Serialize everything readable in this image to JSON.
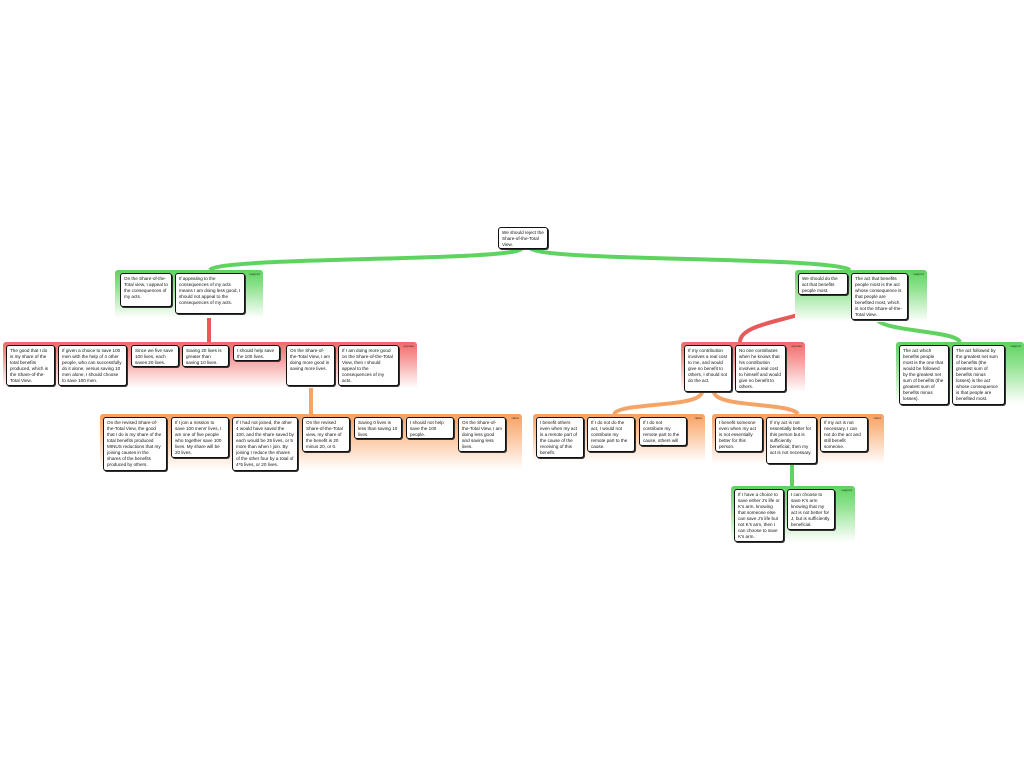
{
  "colors": {
    "support": "#4ccc4c",
    "oppose": "#e85a5a",
    "rebut": "#f5a466"
  },
  "labels": {
    "support": "support",
    "oppose": "oppose",
    "rebut": "rebut"
  },
  "root": {
    "text": "We should reject the Share-of-the-Total View."
  },
  "groups": {
    "g1": {
      "type": "support",
      "nodes": [
        "On the Share-of-the-Total view, I appeal to the consequences of my acts.",
        "If appealing to the consequences of my acts means I am doing less good, I should not appeal to the consequences of my acts."
      ]
    },
    "g2": {
      "type": "oppose",
      "nodes": [
        "The good that I do is my share of the total benefits produced, which is the Share-of-the-Total View.",
        "If given a choice to save 100 men with the help of 4 other people, who can successfully do it alone, versus saving 10 men alone, I should choose to save 100 men.",
        "Since we five save 100 lives, each saves 20 lives.",
        "Saving 20 lives is greater than saving 10 lives.",
        "I should help save the 100 lives.",
        "On the Share-of-the-Total View, I am doing more good in saving more lives.",
        "If I am doing more good on the Share-of-the-Total View, then I should appeal to the consequences of my acts."
      ]
    },
    "g3": {
      "type": "rebut",
      "nodes": [
        "On the revised Share-of-the-Total View, the good that I do is my share of the total benefits produced MINUS reductions that my joining causes in the shares of the benefits produced by others.",
        "If I join a mission to save 100 mens' lives, I am one of five people who together save 100 lives. My share will be 20 lives.",
        "If I had not joined, the other 4 would have saved the 100, and the share saved by each would be 25 lives, or 5 more than when I join. By joining I reduce the shares of the other four by a total of 4*5 lives, or 20 lives.",
        "On the revised Share-of-the-Total view, my share of the benefit is 20 minus 20, or 0.",
        "Saving 0 lives is less than saving 10 lives.",
        "I should not help save the 100 people.",
        "On the Share-of-the-Total View, I am doing less good and saving less lives."
      ]
    },
    "g4": {
      "type": "support",
      "nodes": [
        "We should do the act that benefits people most.",
        "The act that benefits people most is the act whose consequence is that people are benefited most, which is not the Share-of-the-Total View."
      ]
    },
    "g5": {
      "type": "oppose",
      "nodes": [
        "If my contribution involves a real cost to me, and would give no benefit to others, I should not do the act.",
        "No one contributes when he knows that his contribution involves a real cost to himself and would give no benefit to others."
      ]
    },
    "g6": {
      "type": "support",
      "nodes": [
        "The act which benefits people most is the one that would be followed by the greatest net sum of benefits (the greatest sum of benefits minus losses).",
        "The act followed by the greatest net sum of benefits (the greatest sum of benefits minus losses) is the act whose consequence is that people are benefited most."
      ]
    },
    "g7": {
      "type": "rebut",
      "nodes": [
        "I benefit others even when my act is a remote part of the cause of the receiving of this benefit.",
        "If I do not do the act, I would not contribute my remote part to the cause.",
        "If I do not contribute my remote part to the cause, others will not benefit."
      ]
    },
    "g8": {
      "type": "rebut",
      "nodes": [
        "I benefit someone even when my act is not essentially better for this person.",
        "If my act is not essentially better for this person but is sufficiently beneficial, then my act is not necessary.",
        "If my act is not necessary, I can not do the act and still benefit someone."
      ]
    },
    "g9": {
      "type": "support",
      "nodes": [
        "If I have a choice to save either J's life or K's arm, knowing that someone else can save J's life but not K's arm, then I can choose to save K's arm.",
        "I can choose to save K's arm knowing that my act is not better for J, but is sufficiently beneficial."
      ]
    }
  }
}
